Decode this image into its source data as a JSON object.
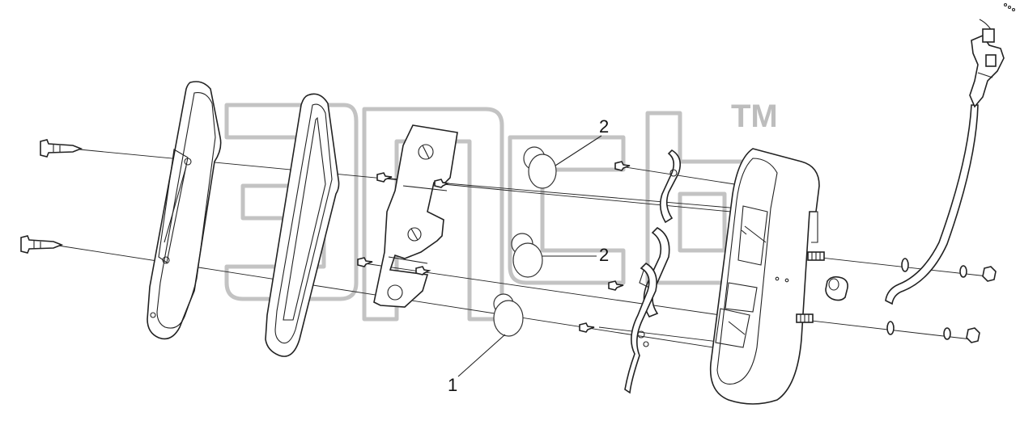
{
  "diagram": {
    "type": "exploded-view",
    "watermark": {
      "trademark": "TM"
    },
    "callouts": [
      {
        "label": "2",
        "part": "bulb"
      },
      {
        "label": "2",
        "part": "bulb"
      },
      {
        "label": "1",
        "part": "bulb"
      }
    ]
  },
  "colors": {
    "line": "#222222",
    "watermark": "#bdbdbd",
    "background": "#ffffff"
  }
}
